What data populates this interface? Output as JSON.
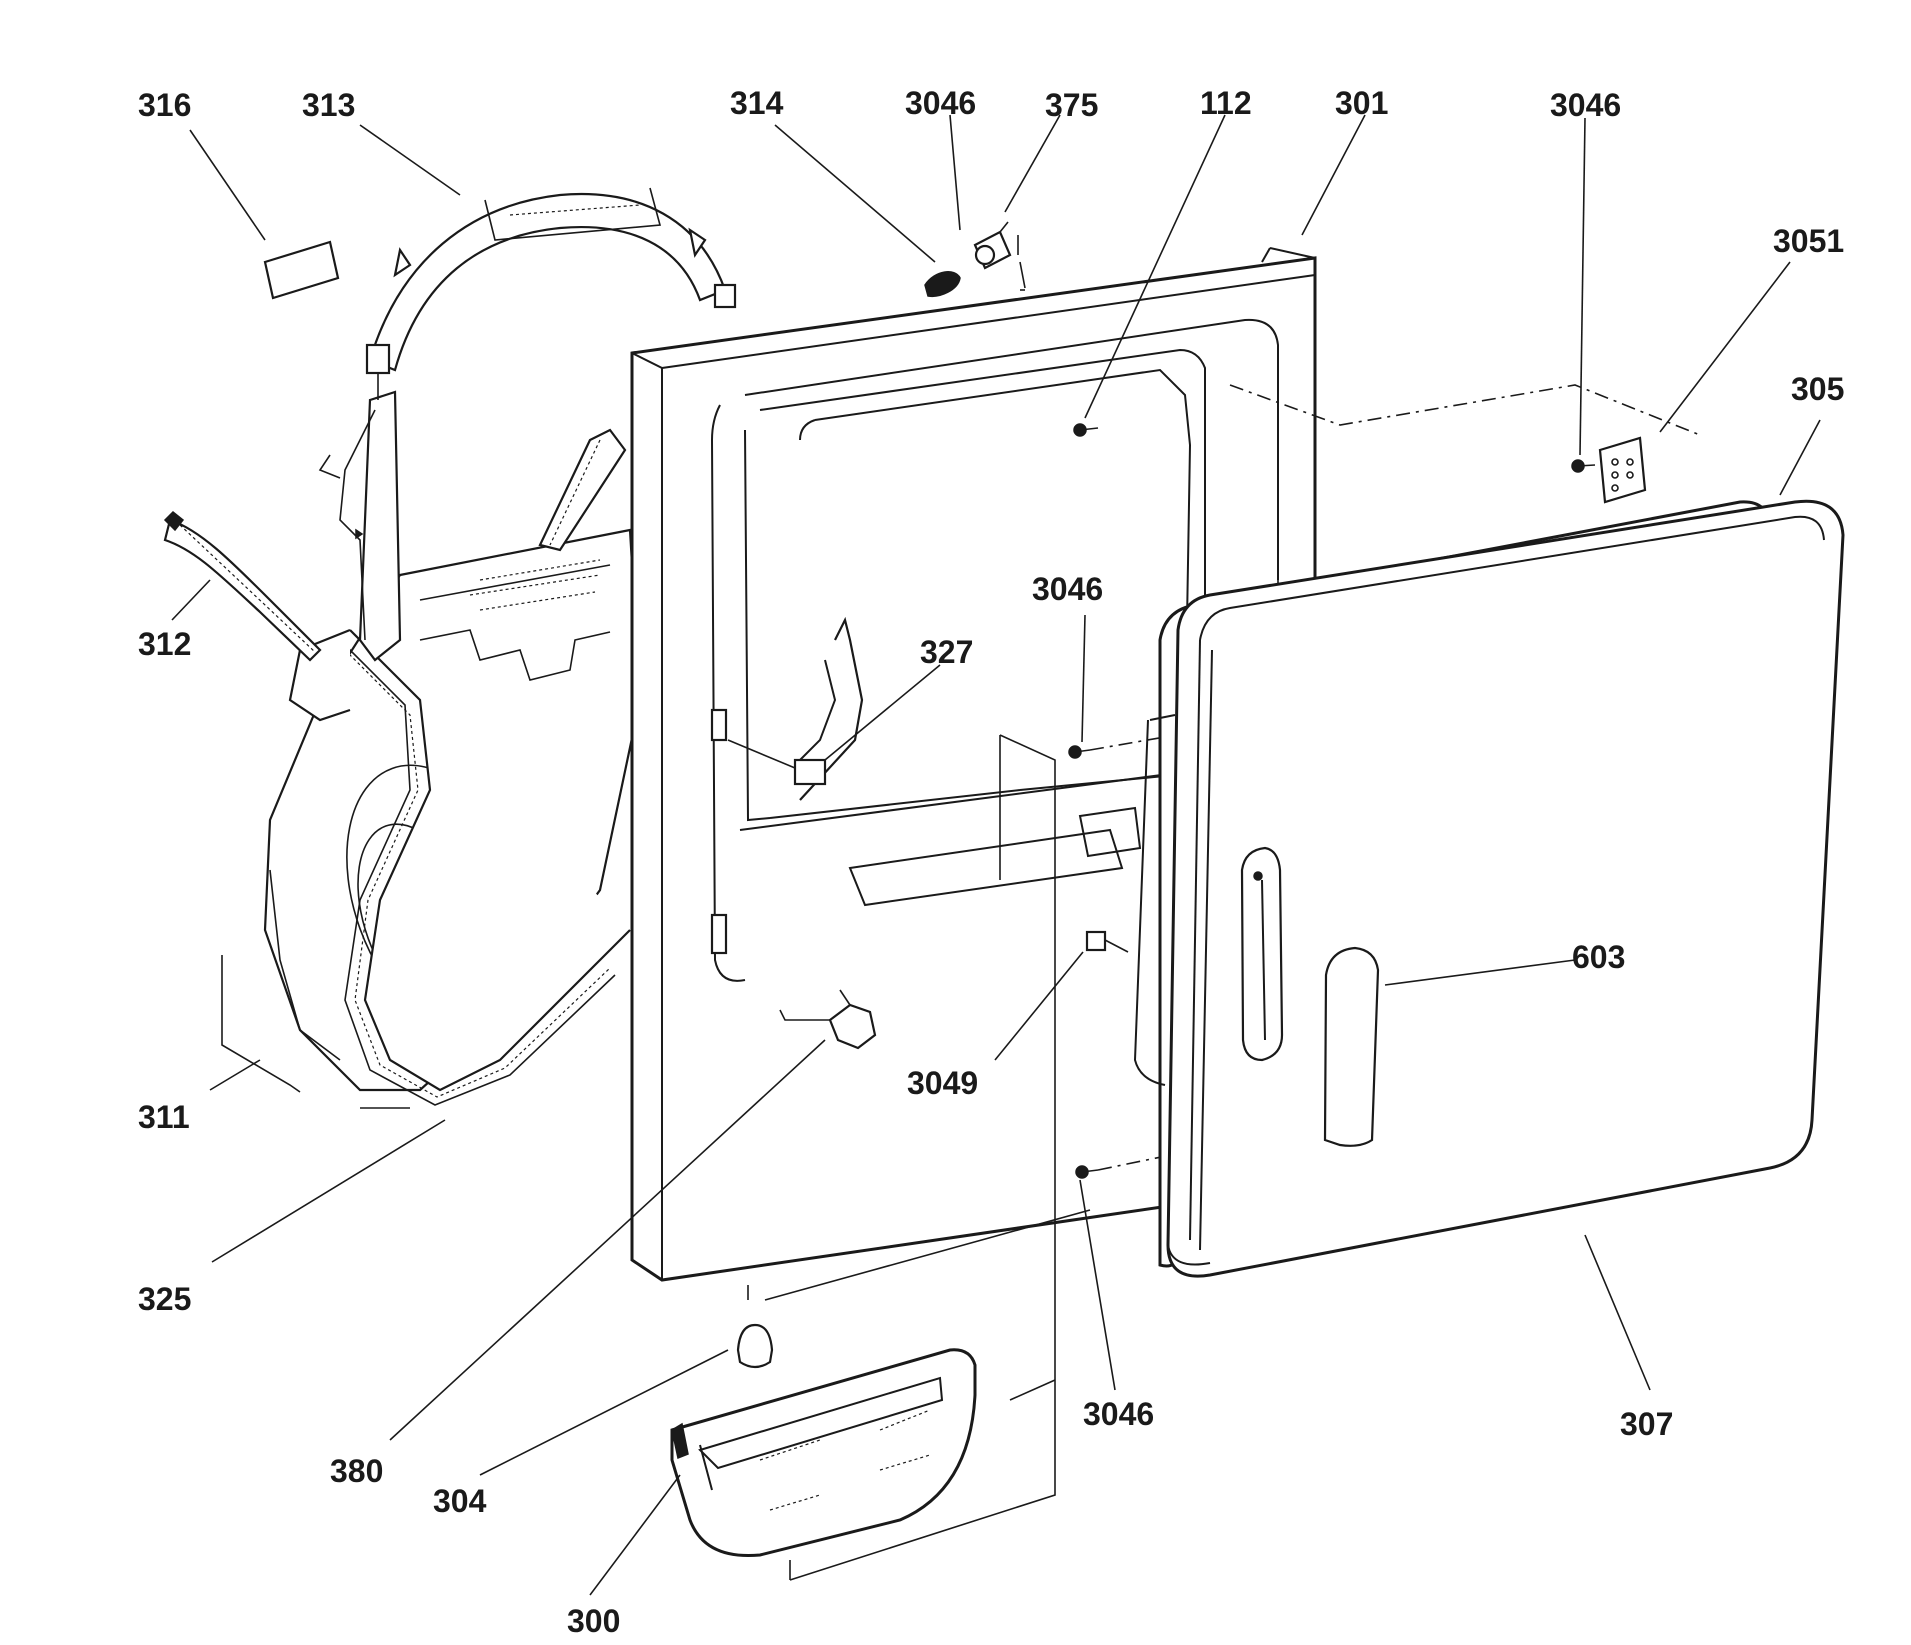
{
  "labels": {
    "l316": "316",
    "l313": "313",
    "l314": "314",
    "l3046_top": "3046",
    "l375": "375",
    "l112": "112",
    "l301": "301",
    "l3046_right": "3046",
    "l3051": "3051",
    "l305": "305",
    "l312": "312",
    "l327": "327",
    "l3046_mid": "3046",
    "l603": "603",
    "l3049": "3049",
    "l311": "311",
    "l325": "325",
    "l380": "380",
    "l304": "304",
    "l300": "300",
    "l3046_bottom": "3046",
    "l307": "307"
  },
  "colors": {
    "ink": "#1a1a1a",
    "paper": "#ffffff"
  }
}
